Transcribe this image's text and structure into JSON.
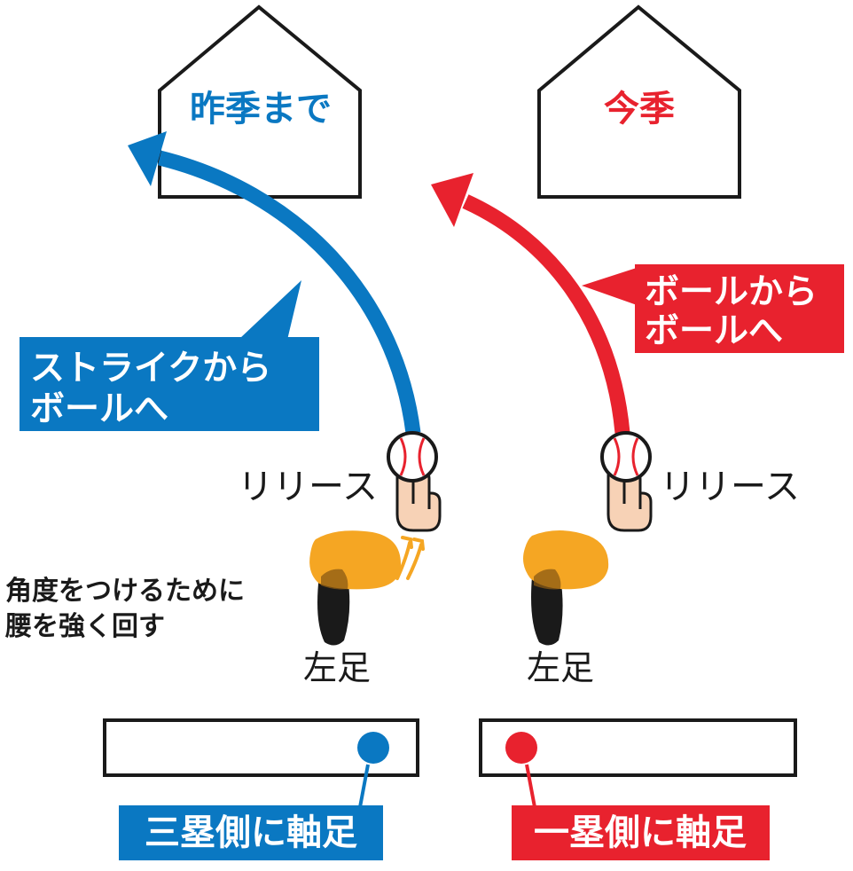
{
  "colors": {
    "blue": "#0a78c2",
    "red": "#e8222e",
    "orange": "#f5a623",
    "skin": "#f7d2b6",
    "dark": "#1a1a1a"
  },
  "left": {
    "home_label": "昨季まで",
    "callout_line1": "ストライクから",
    "callout_line2": "ボールへ",
    "release_label": "リリース",
    "hip_line1": "角度をつけるために",
    "hip_line2": "腰を強く回す",
    "foot_label": "左足",
    "pivot_label": "三塁側に軸足"
  },
  "right": {
    "home_label": "今季",
    "callout_line1": "ボールから",
    "callout_line2": "ボールへ",
    "release_label": "リリース",
    "foot_label": "左足",
    "pivot_label": "一塁側に軸足"
  }
}
